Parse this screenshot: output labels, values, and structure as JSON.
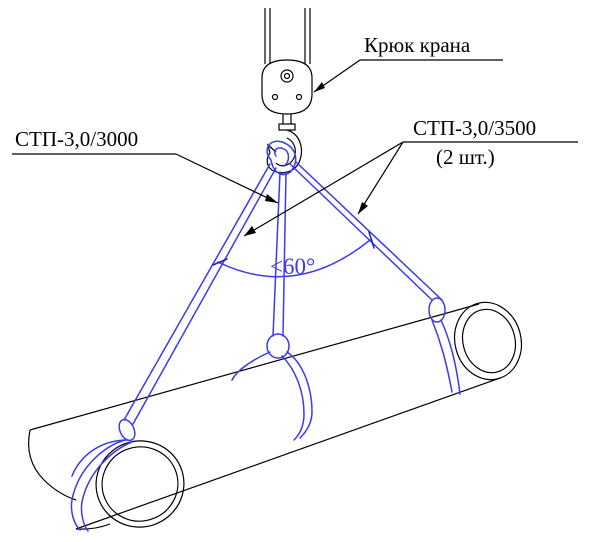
{
  "labels": {
    "crane_hook": "Крюк крана",
    "sling_short": "СТП-3,0/3000",
    "sling_long": "СТП-3,0/3500",
    "sling_long_count": "(2 шт.)",
    "angle": "<60°"
  },
  "colors": {
    "sling": "#3a3af0",
    "outline": "#000000",
    "background": "#ffffff"
  },
  "icons": [
    "crane-hook-icon",
    "pipe-icon",
    "sling-icon"
  ]
}
